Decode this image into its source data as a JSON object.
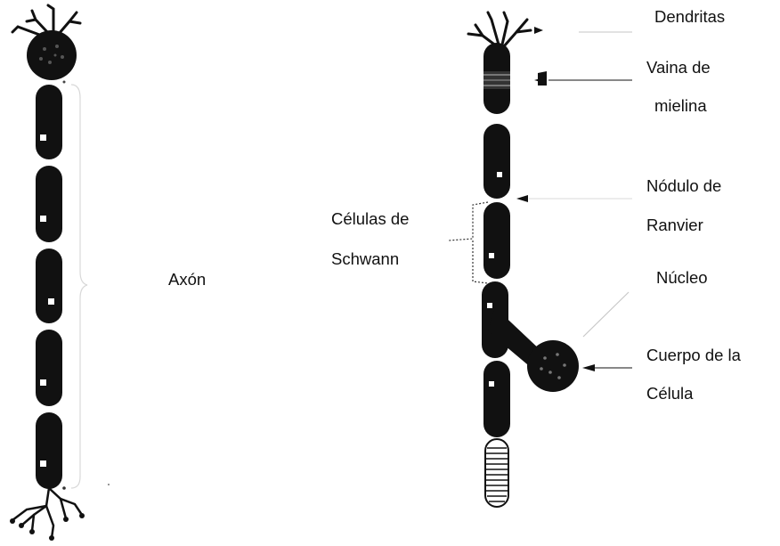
{
  "labels": {
    "axon": "Axón",
    "dendrites": "Dendritas",
    "myelin_sheath_line1": "Vaina de",
    "myelin_sheath_line2": "mielina",
    "node_line1": "Nódulo de",
    "node_line2": "Ranvier",
    "schwann_line1": "Células de",
    "schwann_line2": "Schwann",
    "nucleus": "Núcleo",
    "cell_body_line1": "Cuerpo de la",
    "cell_body_line2": "Célula"
  },
  "colors": {
    "ink": "#111111",
    "leader": "#c8c8c8",
    "white": "#ffffff"
  }
}
